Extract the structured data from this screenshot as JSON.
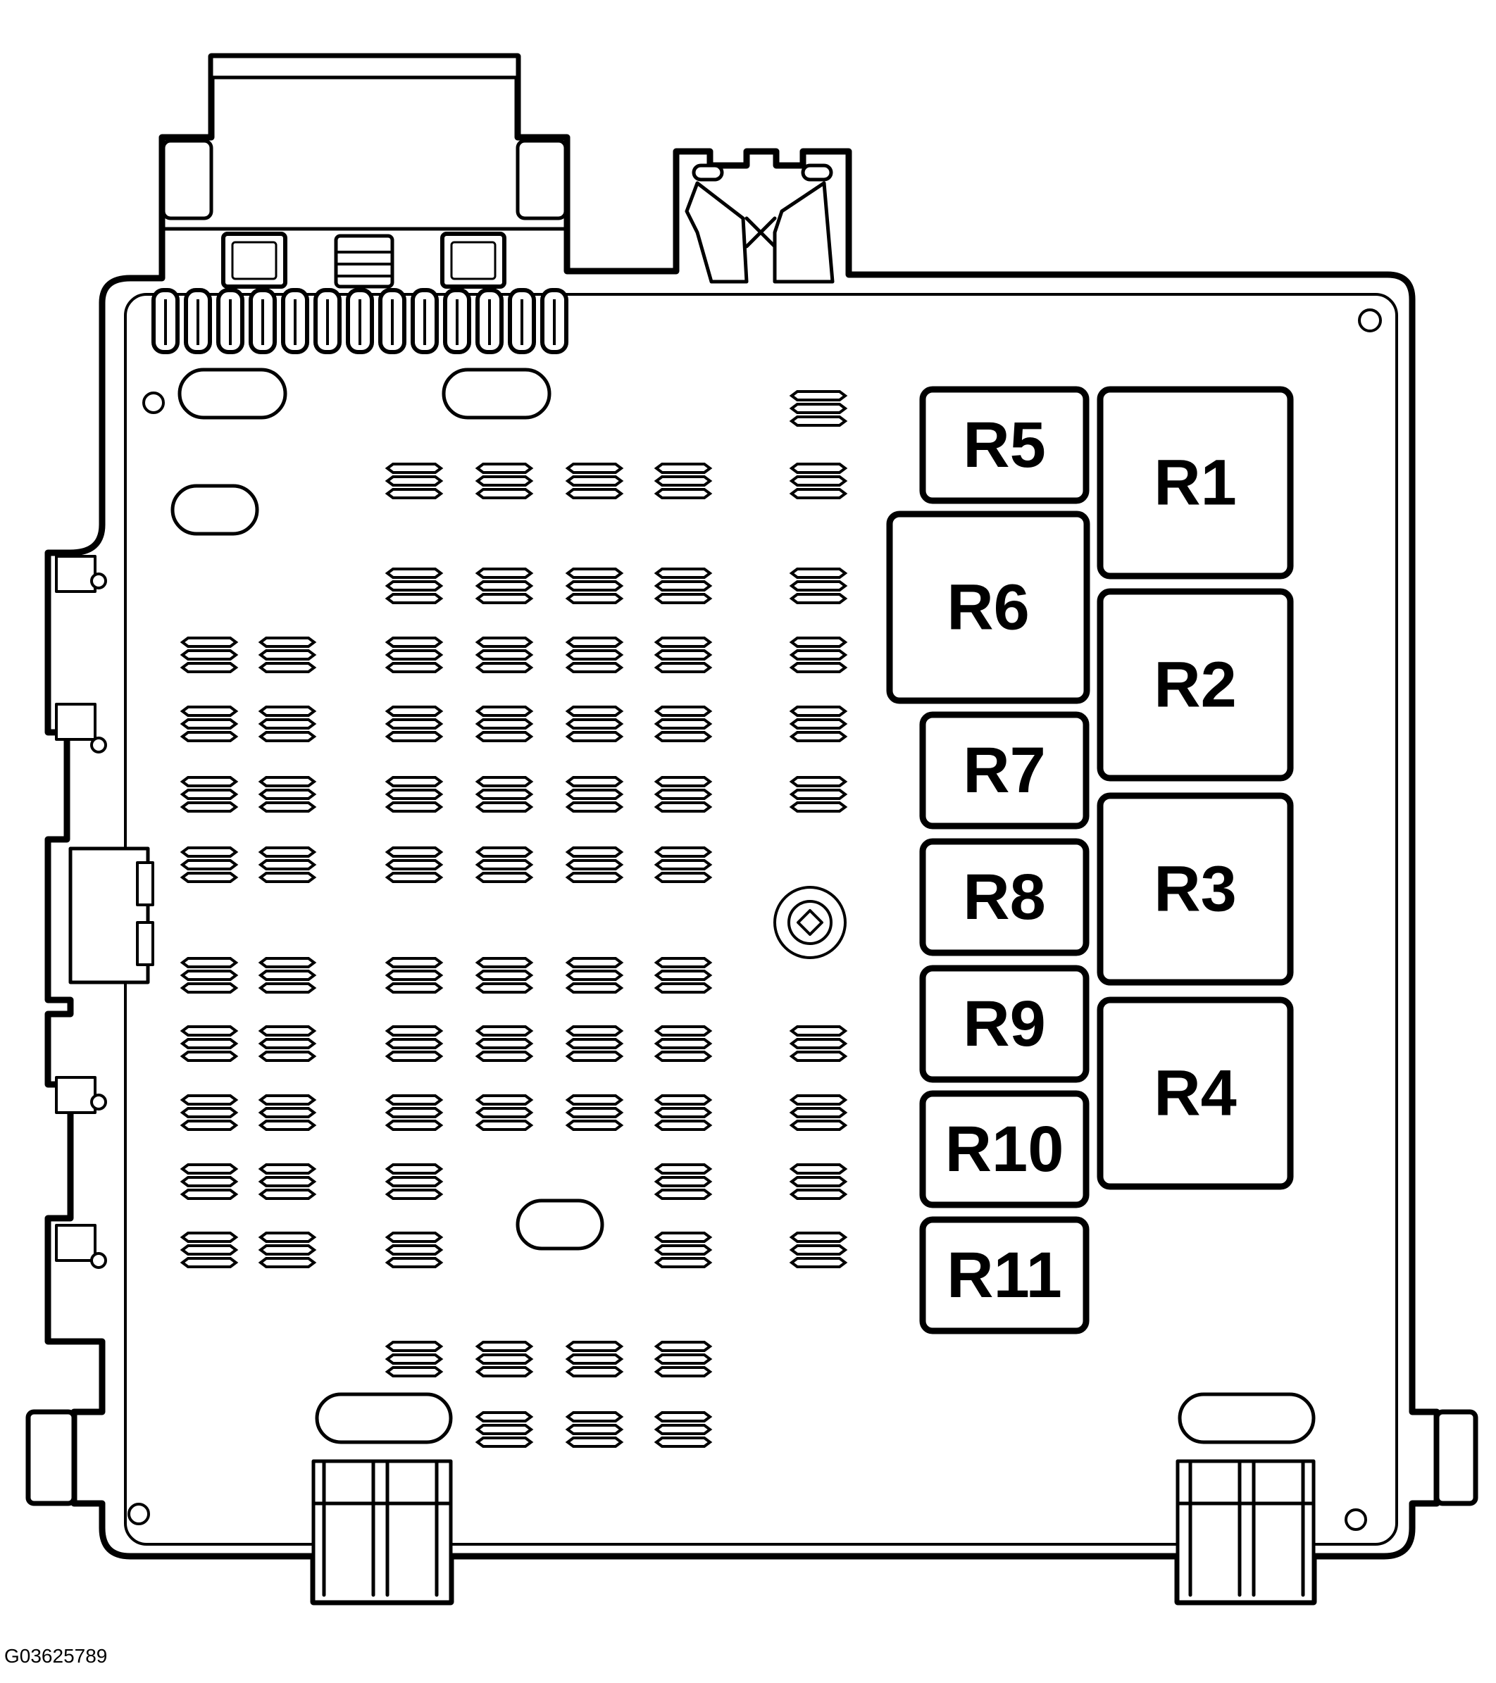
{
  "figure_code": "G03625789",
  "relays": [
    {
      "id": "R5",
      "label": "R5"
    },
    {
      "id": "R1",
      "label": "R1"
    },
    {
      "id": "R6",
      "label": "R6"
    },
    {
      "id": "R2",
      "label": "R2"
    },
    {
      "id": "R7",
      "label": "R7"
    },
    {
      "id": "R8",
      "label": "R8"
    },
    {
      "id": "R3",
      "label": "R3"
    },
    {
      "id": "R9",
      "label": "R9"
    },
    {
      "id": "R4",
      "label": "R4"
    },
    {
      "id": "R10",
      "label": "R10"
    },
    {
      "id": "R11",
      "label": "R11"
    }
  ],
  "colors": {
    "stroke": "#000000",
    "fill": "#ffffff"
  }
}
